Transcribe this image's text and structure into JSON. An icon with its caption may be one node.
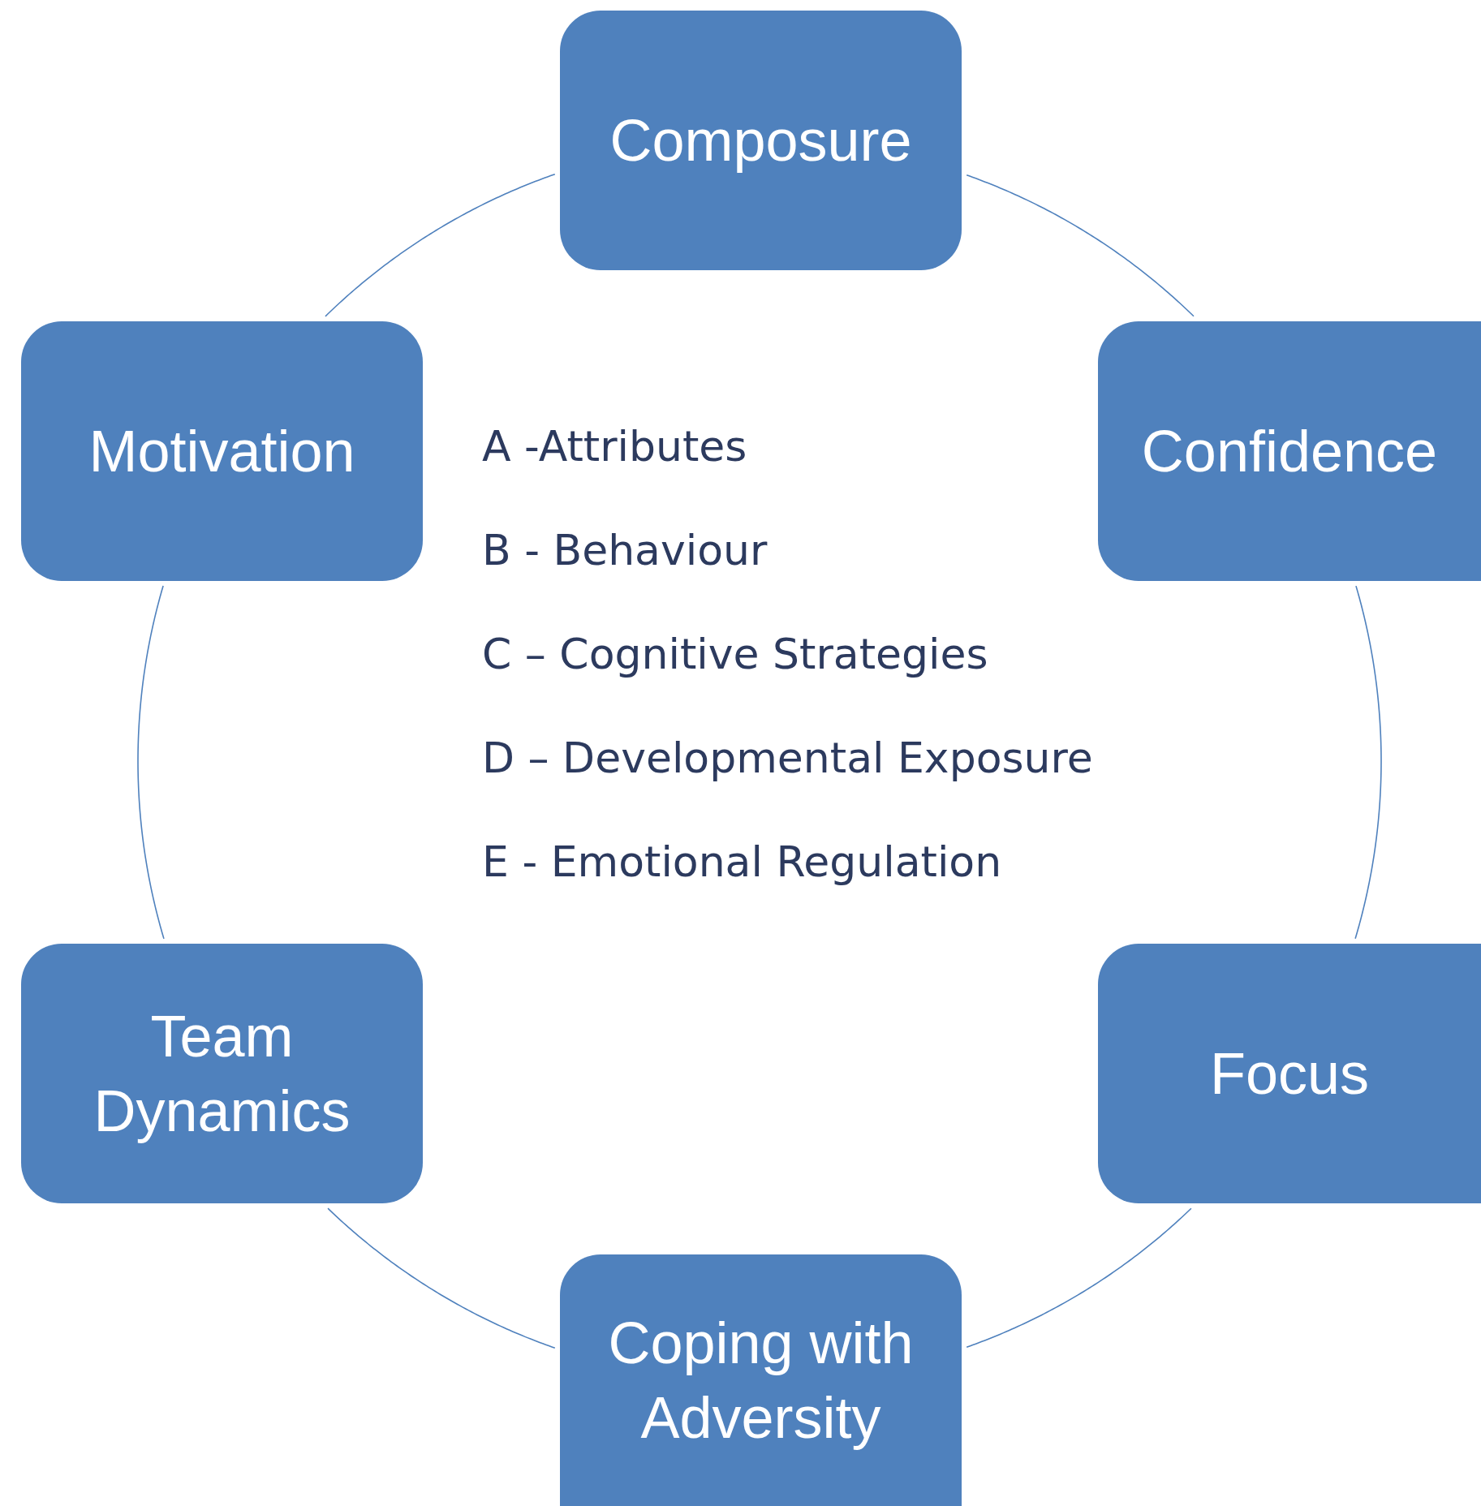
{
  "diagram": {
    "nodes": [
      {
        "text": [
          "Composure"
        ]
      },
      {
        "text": [
          "Motivation"
        ]
      },
      {
        "text": [
          "Confidence"
        ]
      },
      {
        "text": [
          "Team Dynamics"
        ]
      },
      {
        "text": [
          "Focus"
        ]
      },
      {
        "text": [
          "Coping with Adversity"
        ]
      }
    ],
    "edges": [
      {
        "from": 0,
        "to": 2,
        "arrow": "none"
      },
      {
        "from": 2,
        "to": 4,
        "arrow": "none"
      },
      {
        "from": 4,
        "to": 5,
        "arrow": "none"
      },
      {
        "from": 5,
        "to": 3,
        "arrow": "none"
      },
      {
        "from": 3,
        "to": 1,
        "arrow": "none"
      },
      {
        "from": 1,
        "to": 0,
        "arrow": "none"
      }
    ],
    "labels": [
      "A -Attributes",
      "B - Behaviour",
      "C – Cognitive Strategies",
      "D – Developmental Exposure",
      "E - Emotional Regulation"
    ]
  }
}
